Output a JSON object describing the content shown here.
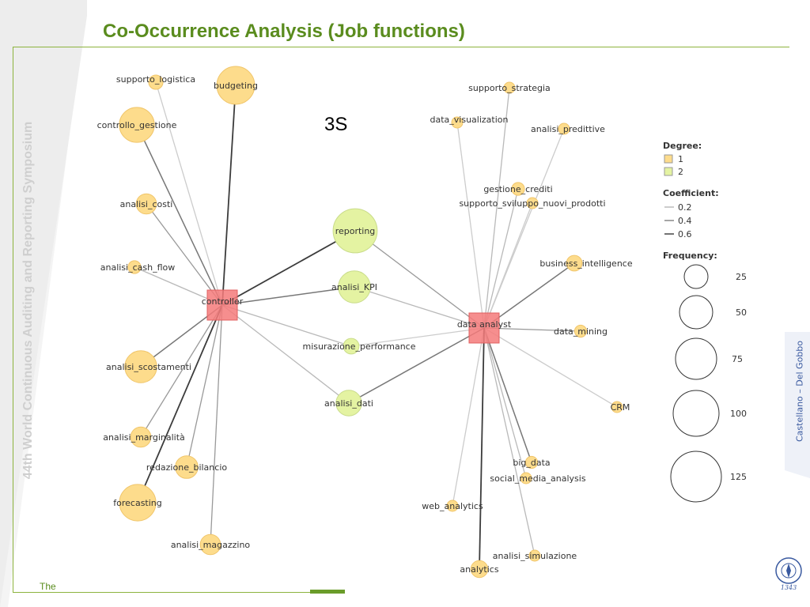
{
  "title": "Co-Occurrence Analysis (Job functions)",
  "side_title": "44th World Continuous Auditing and Reporting Symposium",
  "authors": "Castellano – Del Gobbo",
  "footer": "The",
  "annotation": "3S",
  "colors": {
    "title_green": "#5a8c1e",
    "degree1_fill": "#fddc8c",
    "degree2_fill": "#e4f3a2",
    "hub_fill": "#f47a7a"
  },
  "hubs": [
    {
      "id": "controller",
      "label": "controller"
    },
    {
      "id": "data_analyst",
      "label": "data analyst"
    }
  ],
  "nodes": [
    {
      "id": "budgeting",
      "label": "budgeting",
      "degree": 1,
      "frequency": 70
    },
    {
      "id": "supporto_logistica",
      "label": "supporto_logistica",
      "degree": 1,
      "frequency": 10
    },
    {
      "id": "controllo_gestione",
      "label": "controllo_gestione",
      "degree": 1,
      "frequency": 60
    },
    {
      "id": "analisi_costi",
      "label": "analisi_costi",
      "degree": 1,
      "frequency": 20
    },
    {
      "id": "analisi_cash_flow",
      "label": "analisi_cash_flow",
      "degree": 1,
      "frequency": 8
    },
    {
      "id": "analisi_scostamenti",
      "label": "analisi_scostamenti",
      "degree": 1,
      "frequency": 50
    },
    {
      "id": "analisi_marginalita",
      "label": "analisi_marginalità",
      "degree": 1,
      "frequency": 20
    },
    {
      "id": "redazione_bilancio",
      "label": "redazione_bilancio",
      "degree": 1,
      "frequency": 25
    },
    {
      "id": "forecasting",
      "label": "forecasting",
      "degree": 1,
      "frequency": 65
    },
    {
      "id": "analisi_magazzino",
      "label": "analisi_magazzino",
      "degree": 1,
      "frequency": 20
    },
    {
      "id": "reporting",
      "label": "reporting",
      "degree": 2,
      "frequency": 95
    },
    {
      "id": "analisi_KPI",
      "label": "analisi_KPI",
      "degree": 2,
      "frequency": 50
    },
    {
      "id": "misurazione_performance",
      "label": "misurazione_performance",
      "degree": 2,
      "frequency": 12
    },
    {
      "id": "analisi_dati",
      "label": "analisi_dati",
      "degree": 2,
      "frequency": 32
    },
    {
      "id": "supporto_strategia",
      "label": "supporto_strategia",
      "degree": 1,
      "frequency": 6
    },
    {
      "id": "data_visualization",
      "label": "data_visualization",
      "degree": 1,
      "frequency": 3
    },
    {
      "id": "analisi_predittive",
      "label": "analisi_predittive",
      "degree": 1,
      "frequency": 3
    },
    {
      "id": "gestione_crediti",
      "label": "gestione_crediti",
      "degree": 1,
      "frequency": 8
    },
    {
      "id": "supporto_sviluppo_nuovi_prodotti",
      "label": "supporto_sviluppo_nuovi_prodotti",
      "degree": 1,
      "frequency": 3
    },
    {
      "id": "business_intelligence",
      "label": "business_intelligence",
      "degree": 1,
      "frequency": 12
    },
    {
      "id": "data_mining",
      "label": "data_mining",
      "degree": 1,
      "frequency": 7
    },
    {
      "id": "CRM",
      "label": "CRM",
      "degree": 1,
      "frequency": 3
    },
    {
      "id": "big_data",
      "label": "big_data",
      "degree": 1,
      "frequency": 7
    },
    {
      "id": "social_media_analysis",
      "label": "social_media_analysis",
      "degree": 1,
      "frequency": 3
    },
    {
      "id": "web_analytics",
      "label": "web_analytics",
      "degree": 1,
      "frequency": 3
    },
    {
      "id": "analisi_simulazione",
      "label": "analisi_simulazione",
      "degree": 1,
      "frequency": 5
    },
    {
      "id": "analytics",
      "label": "analytics",
      "degree": 1,
      "frequency": 14
    }
  ],
  "edges": [
    {
      "source": "controller",
      "target": "budgeting",
      "coefficient": 0.6
    },
    {
      "source": "controller",
      "target": "supporto_logistica",
      "coefficient": 0.2
    },
    {
      "source": "controller",
      "target": "controllo_gestione",
      "coefficient": 0.5
    },
    {
      "source": "controller",
      "target": "analisi_costi",
      "coefficient": 0.35
    },
    {
      "source": "controller",
      "target": "analisi_cash_flow",
      "coefficient": 0.25
    },
    {
      "source": "controller",
      "target": "analisi_scostamenti",
      "coefficient": 0.45
    },
    {
      "source": "controller",
      "target": "analisi_marginalita",
      "coefficient": 0.3
    },
    {
      "source": "controller",
      "target": "redazione_bilancio",
      "coefficient": 0.3
    },
    {
      "source": "controller",
      "target": "forecasting",
      "coefficient": 0.6
    },
    {
      "source": "controller",
      "target": "analisi_magazzino",
      "coefficient": 0.3
    },
    {
      "source": "controller",
      "target": "reporting",
      "coefficient": 0.6
    },
    {
      "source": "controller",
      "target": "analisi_KPI",
      "coefficient": 0.45
    },
    {
      "source": "controller",
      "target": "misurazione_performance",
      "coefficient": 0.25
    },
    {
      "source": "controller",
      "target": "analisi_dati",
      "coefficient": 0.25
    },
    {
      "source": "data_analyst",
      "target": "reporting",
      "coefficient": 0.3
    },
    {
      "source": "data_analyst",
      "target": "analisi_KPI",
      "coefficient": 0.25
    },
    {
      "source": "data_analyst",
      "target": "misurazione_performance",
      "coefficient": 0.2
    },
    {
      "source": "data_analyst",
      "target": "analisi_dati",
      "coefficient": 0.5
    },
    {
      "source": "data_analyst",
      "target": "supporto_strategia",
      "coefficient": 0.25
    },
    {
      "source": "data_analyst",
      "target": "data_visualization",
      "coefficient": 0.2
    },
    {
      "source": "data_analyst",
      "target": "analisi_predittive",
      "coefficient": 0.2
    },
    {
      "source": "data_analyst",
      "target": "gestione_crediti",
      "coefficient": 0.25
    },
    {
      "source": "data_analyst",
      "target": "supporto_sviluppo_nuovi_prodotti",
      "coefficient": 0.2
    },
    {
      "source": "data_analyst",
      "target": "business_intelligence",
      "coefficient": 0.45
    },
    {
      "source": "data_analyst",
      "target": "data_mining",
      "coefficient": 0.35
    },
    {
      "source": "data_analyst",
      "target": "CRM",
      "coefficient": 0.2
    },
    {
      "source": "data_analyst",
      "target": "big_data",
      "coefficient": 0.5
    },
    {
      "source": "data_analyst",
      "target": "social_media_analysis",
      "coefficient": 0.25
    },
    {
      "source": "data_analyst",
      "target": "web_analytics",
      "coefficient": 0.2
    },
    {
      "source": "data_analyst",
      "target": "analisi_simulazione",
      "coefficient": 0.25
    },
    {
      "source": "data_analyst",
      "target": "analytics",
      "coefficient": 0.6
    }
  ],
  "legend": {
    "degree_title": "Degree:",
    "degree_items": [
      {
        "label": "1",
        "color": "#fddc8c"
      },
      {
        "label": "2",
        "color": "#e4f3a2"
      }
    ],
    "coefficient_title": "Coefficient:",
    "coefficient_items": [
      {
        "label": "0.2",
        "color": "#bbbbbb"
      },
      {
        "label": "0.4",
        "color": "#888888"
      },
      {
        "label": "0.6",
        "color": "#444444"
      }
    ],
    "frequency_title": "Frequency:",
    "frequency_items": [
      {
        "label": "25"
      },
      {
        "label": "50"
      },
      {
        "label": "75"
      },
      {
        "label": "100"
      },
      {
        "label": "125"
      }
    ]
  }
}
